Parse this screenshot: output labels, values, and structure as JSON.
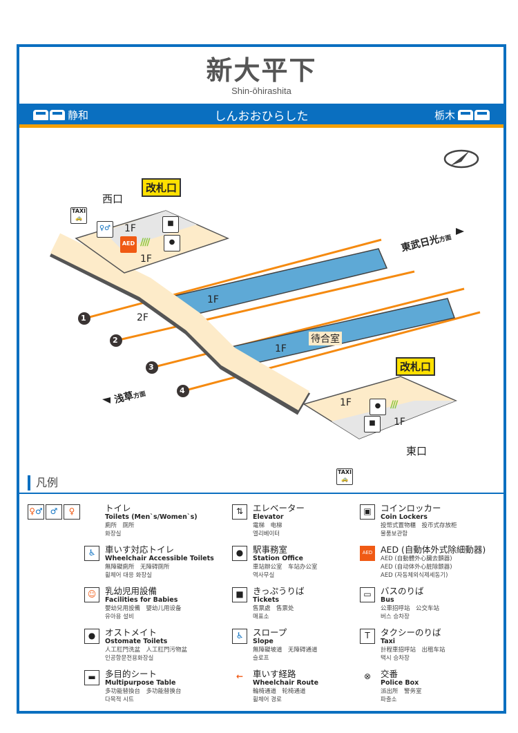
{
  "header": {
    "station_name": "新大平下",
    "romaji": "Shin-ōhirashita",
    "hiragana": "しんおおひらした",
    "left_direction": "静和",
    "right_direction": "栃木"
  },
  "map": {
    "west_exit": "西口",
    "east_exit": "東口",
    "gate_label": "改札口",
    "floor_1f": "1F",
    "floor_2f": "2F",
    "waiting_room": "待合室",
    "dir_tobu_nikko": "東武日光",
    "dir_asakusa": "浅草",
    "dir_suffix": "方面",
    "tracks": [
      "1",
      "2",
      "3",
      "4"
    ],
    "taxi_text": "TAXI",
    "aed_text": "AED"
  },
  "colors": {
    "brand_blue": "#0a6fc0",
    "track_orange": "#f58a10",
    "platform_blue": "#5ea9d6",
    "concourse": "#fdebc9",
    "gate_yellow": "#ffe000"
  },
  "legend": {
    "title": "凡例",
    "columns": [
      [
        {
          "icon": "toilet-icon",
          "t": "トイレ",
          "e": "Toilets (Men`s/Women`s)",
          "s": [
            "廁所　厕所",
            "화장실"
          ]
        },
        {
          "icon": "wheelchair-toilet-icon",
          "t": "車いす対応トイレ",
          "e": "Wheelchair Accessible Toilets",
          "s": [
            "無障礙廁所　无障碍厕所",
            "휠체어 대응 화장실"
          ]
        },
        {
          "icon": "baby-icon",
          "t": "乳幼児用設備",
          "e": "Facilities for Babies",
          "s": [
            "嬰幼兒用設備　婴幼儿用设备",
            "유아용 설비"
          ]
        },
        {
          "icon": "ostomate-icon",
          "t": "オストメイト",
          "e": "Ostomate Toilets",
          "s": [
            "人工肛門洗盆　人工肛門污物盆",
            "인공항문전용화장실"
          ]
        },
        {
          "icon": "multipurpose-table-icon",
          "t": "多目的シート",
          "e": "Multipurpose Table",
          "s": [
            "多功能替換台　多功能替换台",
            "다목적 시트"
          ]
        }
      ],
      [
        {
          "icon": "elevator-icon",
          "t": "エレベーター",
          "e": "Elevator",
          "s": [
            "電梯　电梯",
            "엘리베이터"
          ]
        },
        {
          "icon": "station-office-icon",
          "t": "駅事務室",
          "e": "Station Office",
          "s": [
            "車站辦公室　车站办公室",
            "역사무실"
          ]
        },
        {
          "icon": "tickets-icon",
          "t": "きっぷうりば",
          "e": "Tickets",
          "s": [
            "售票處　售票处",
            "매표소"
          ]
        },
        {
          "icon": "slope-icon",
          "t": "スロープ",
          "e": "Slope",
          "s": [
            "無障礙坡道　无障碍通道",
            "슬로프"
          ]
        },
        {
          "icon": "wheelchair-route-icon",
          "t": "車いす経路",
          "e": "Wheelchair Route",
          "s": [
            "輪椅通道　轮椅通道",
            "휠체어 경로"
          ]
        }
      ],
      [
        {
          "icon": "coin-locker-icon",
          "t": "コインロッカー",
          "e": "Coin Lockers",
          "s": [
            "投幣式置物櫃　投币式存放柜",
            "물품보관함"
          ]
        },
        {
          "icon": "aed-icon",
          "t": "AED (自動体外式除細動器)",
          "e": "",
          "s": [
            "AED (自動體外心臟去顫器)",
            "AED (自动体外心脏除颤器)",
            "AED (자동체외식제세동기)"
          ]
        },
        {
          "icon": "bus-icon",
          "t": "バスのりば",
          "e": "Bus",
          "s": [
            "公車招呼站　公交车站",
            "버스 승차장"
          ]
        },
        {
          "icon": "taxi-icon",
          "t": "タクシーのりば",
          "e": "Taxi",
          "s": [
            "計程車招呼站　出租车站",
            "택시 승차장"
          ]
        },
        {
          "icon": "police-box-icon",
          "t": "交番",
          "e": "Police Box",
          "s": [
            "派出所　警务室",
            "파출소"
          ]
        }
      ]
    ]
  }
}
